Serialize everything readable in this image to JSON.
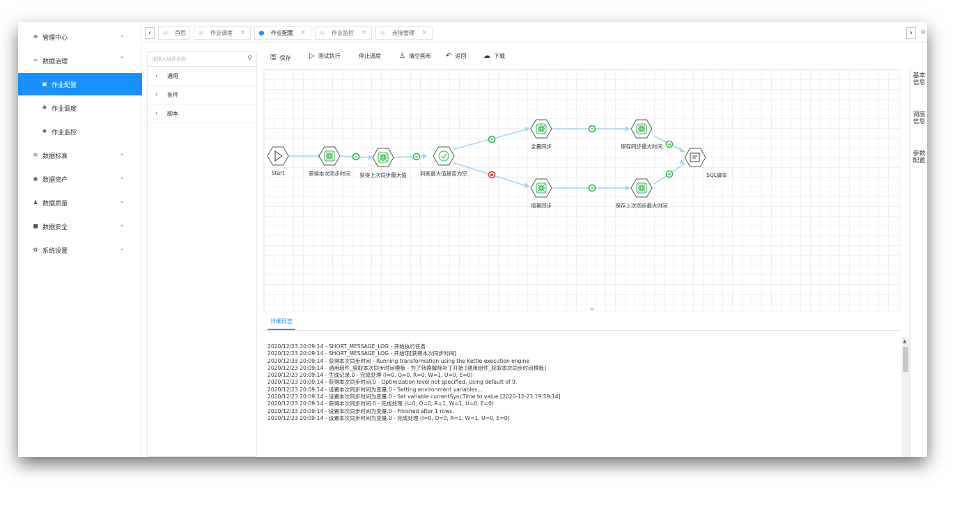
{
  "sidebar": {
    "items": [
      {
        "label": "管理中心",
        "icon": "globe-icon",
        "chevron": "⌄"
      },
      {
        "label": "数据治理",
        "icon": "link-icon",
        "chevron": "⌃"
      },
      {
        "label": "作业配置",
        "icon": "doc-icon"
      },
      {
        "label": "作业调度",
        "icon": "gear-icon"
      },
      {
        "label": "作业监控",
        "icon": "gear-icon"
      },
      {
        "label": "数据标准",
        "icon": "stack-icon",
        "chevron": "⌄"
      },
      {
        "label": "数据资产",
        "icon": "target-icon",
        "chevron": "⌄"
      },
      {
        "label": "数据质量",
        "icon": "user-icon",
        "chevron": "⌄"
      },
      {
        "label": "数据安全",
        "icon": "lock-icon",
        "chevron": "⌄"
      },
      {
        "label": "系统设置",
        "icon": "settings-icon",
        "chevron": "⌄"
      }
    ]
  },
  "tabs": [
    {
      "label": "首页"
    },
    {
      "label": "作业调度"
    },
    {
      "label": "作业配置"
    },
    {
      "label": "作业监控"
    },
    {
      "label": "连接管理"
    }
  ],
  "palette": {
    "search_placeholder": "请输入组件名称",
    "groups": [
      "通用",
      "条件",
      "脚本"
    ]
  },
  "toolbar": {
    "save": "保存",
    "test_run": "测试执行",
    "stop": "停止调度",
    "clear": "清空画布",
    "back": "返回",
    "download": "下载"
  },
  "flow": {
    "nodes": {
      "start": "Start",
      "get_sync_time": "获得本次同步时间",
      "get_last_max": "获得上次同步最大值",
      "check_null": "判断最大值是否为空",
      "full_sync": "全量同步",
      "save_max_time": "保存同步最大时间",
      "incr_sync": "增量同步",
      "save_last_max_time": "保存上次同步最大时间",
      "sql_script": "SQL脚本"
    },
    "colors": {
      "ok": "#2db84d",
      "fail": "#e03a3a",
      "edge": "#a6d6f2"
    }
  },
  "right_panel": [
    "基本信息",
    "调度信息",
    "参数配置"
  ],
  "log": {
    "tab": "详细日志",
    "lines": [
      "2020/12/23 20:09:14 - SHORT_MESSAGE_LOG - 开始执行任务",
      "2020/12/23 20:09:14 - SHORT_MESSAGE_LOG - 开始项[获得本次同步时间]",
      "2020/12/23 20:09:14 - 获得本次同步时间 - Running transformation using the Kettle execution engine",
      "2020/12/23 20:09:14 - 通用组件_获取本次同步时间模板 - 为了转换解除补丁开始  [通用组件_获取本次同步时间模板]",
      "2020/12/23 20:09:14 - 生成记录.0 - 完成处理 (I=0, O=0, R=0, W=1, U=0, E=0)",
      "2020/12/23 20:09:14 - 获得本次同步时间.0 - Optimization level not specified.  Using default of 9.",
      "2020/12/23 20:09:14 - 设置本次同步时间为变量.0 - Setting environment variables...",
      "2020/12/23 20:09:14 - 设置本次同步时间为变量.0 - Set variable currentSyncTime to value [2020-12-23 19:59:14]",
      "2020/12/23 20:09:14 - 获得本次同步时间.0 - 完成处理 (I=0, O=0, R=1, W=1, U=0, E=0)",
      "2020/12/23 20:09:14 - 设置本次同步时间为变量.0 - Finished after 1 rows.",
      "2020/12/23 20:09:14 - 设置本次同步时间为变量.0 - 完成处理 (I=0, O=0, R=1, W=1, U=0, E=0)"
    ]
  }
}
